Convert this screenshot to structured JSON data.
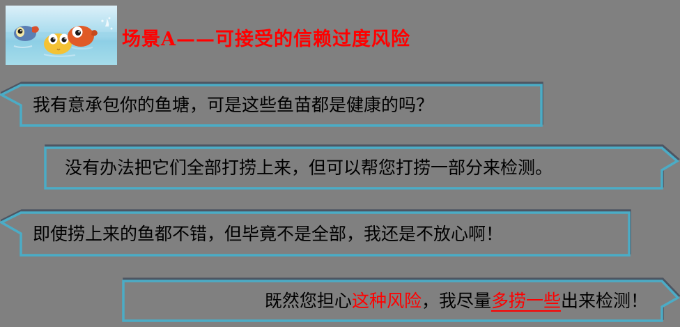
{
  "colors": {
    "background": "#808080",
    "bubble_border": "#4BACC6",
    "title_color": "#FF0000",
    "body_text": "#000000",
    "highlight_red": "#FF0000"
  },
  "header": {
    "title": "场景A——可接受的信赖过度风险",
    "illustration": "cartoon-fish-in-pond"
  },
  "bubbles": [
    {
      "speaker_side": "left",
      "text": "我有意承包你的鱼塘，可是这些鱼苗都是健康的吗？"
    },
    {
      "speaker_side": "right",
      "text": "没有办法把它们全部打捞上来，但可以帮您打捞一部分来检测。"
    },
    {
      "speaker_side": "left",
      "text": "即使捞上来的鱼都不错，但毕竟不是全部，我还是不放心啊！"
    },
    {
      "speaker_side": "right",
      "segments": {
        "plain1": "既然您担心",
        "red1": "这种风险",
        "plain2": "，我尽量",
        "red_underline": "多捞一些",
        "plain3": "出来检测！"
      }
    }
  ]
}
